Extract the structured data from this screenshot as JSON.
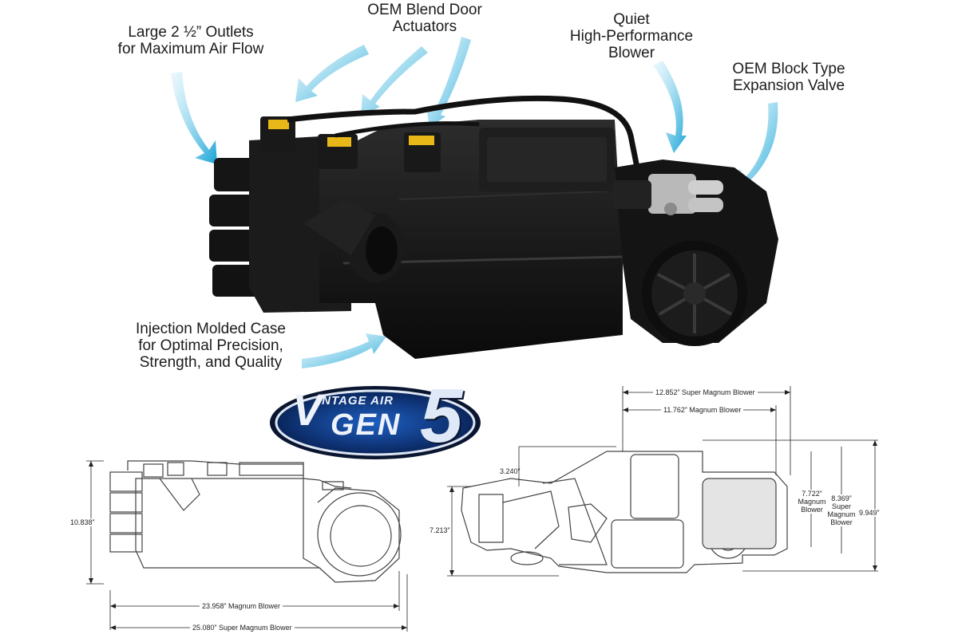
{
  "callouts": {
    "outlets": "Large 2 ½” Outlets\nfor Maximum Air Flow",
    "actuators": "OEM Blend Door\nActuators",
    "blower": "Quiet\nHigh-Performance\nBlower",
    "valve": "OEM Block Type\nExpansion Valve",
    "case": "Injection Molded Case\nfor Optimal Precision,\nStrength, and Quality"
  },
  "logo": {
    "brand": "INTAGE AIR",
    "initial": "V",
    "model": "GEN",
    "number": "5"
  },
  "dimensions": {
    "height_left": "10.838”",
    "length_magnum": "23.958” Magnum Blower",
    "length_super": "25.080” Super Magnum Blower",
    "top_super": "12.852” Super Magnum Blower",
    "top_magnum": "11.762” Magnum Blower",
    "offset_top": "3.240”",
    "side_height": "7.213”",
    "magnum_depth": "7.722”\nMagnum\nBlower",
    "super_depth": "8.369”\nSuper\nMagnum\nBlower",
    "overall": "9.949”"
  },
  "colors": {
    "arrow": "#1ba8d8",
    "unit": "#161616",
    "logo_blue": "#0f3d8c"
  }
}
